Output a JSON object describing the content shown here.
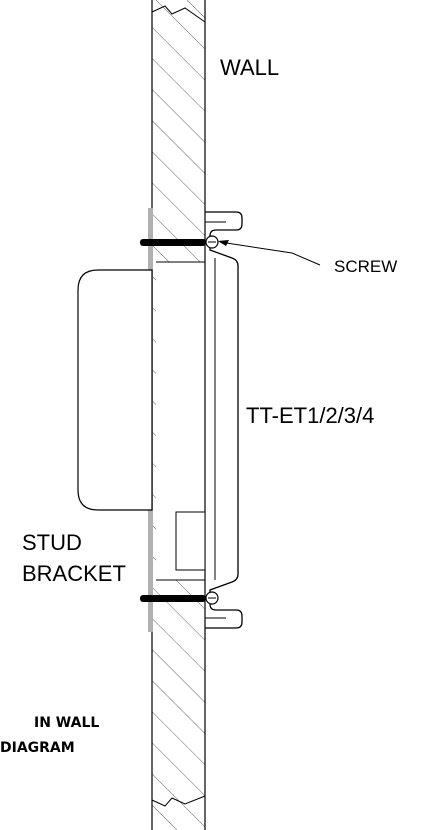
{
  "labels": {
    "wall": "WALL",
    "screw": "SCREW",
    "product": "TT-ET1/2/3/4",
    "stud_bracket_line1": "STUD",
    "stud_bracket_line2": "BRACKET",
    "caption_line1": "IN WALL",
    "caption_line2": "DIAGRAM"
  },
  "colors": {
    "line": "#000000",
    "stud_bracket": "#b0b0b0",
    "hatch": "#555555"
  }
}
